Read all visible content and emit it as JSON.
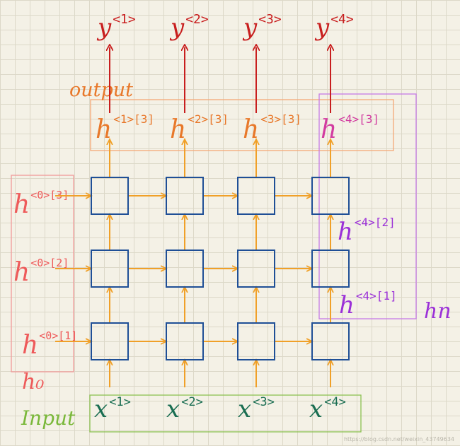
{
  "colors": {
    "output_arrow": "#c81e1e",
    "flow_arrow": "#f0a028",
    "cell": "#1f4f96",
    "output_label": "#e8782a",
    "h0_label": "#ee5a5a",
    "hn_label": "#9b30d8",
    "input_label": "#7ab83a",
    "x_label": "#1a6e52",
    "y_label": "#c81e1e"
  },
  "outputs": [
    {
      "base": "y",
      "sup": "<1>"
    },
    {
      "base": "y",
      "sup": "<2>"
    },
    {
      "base": "y",
      "sup": "<3>"
    },
    {
      "base": "y",
      "sup": "<4>"
    }
  ],
  "output_group": {
    "label": "output",
    "items": [
      {
        "base": "h",
        "sup": "<1>[3]"
      },
      {
        "base": "h",
        "sup": "<2>[3]"
      },
      {
        "base": "h",
        "sup": "<3>[3]"
      },
      {
        "base": "h",
        "sup": "<4>[3]"
      }
    ]
  },
  "h0_group": {
    "label": "h₀",
    "items": [
      {
        "base": "h",
        "sup": "<0>[3]"
      },
      {
        "base": "h",
        "sup": "<0>[2]"
      },
      {
        "base": "h",
        "sup": "<0>[1]"
      }
    ]
  },
  "hn_group": {
    "label": "hn",
    "items": [
      {
        "base": "h",
        "sup": "<4>[2]"
      },
      {
        "base": "h",
        "sup": "<4>[1]"
      }
    ]
  },
  "input_group": {
    "label": "Input",
    "items": [
      {
        "base": "x",
        "sup": "<1>"
      },
      {
        "base": "x",
        "sup": "<2>"
      },
      {
        "base": "x",
        "sup": "<3>"
      },
      {
        "base": "x",
        "sup": "<4>"
      }
    ]
  },
  "grid": {
    "layers": 3,
    "steps": 4
  },
  "watermark": "https://blog.csdn.net/weixin_43749634"
}
